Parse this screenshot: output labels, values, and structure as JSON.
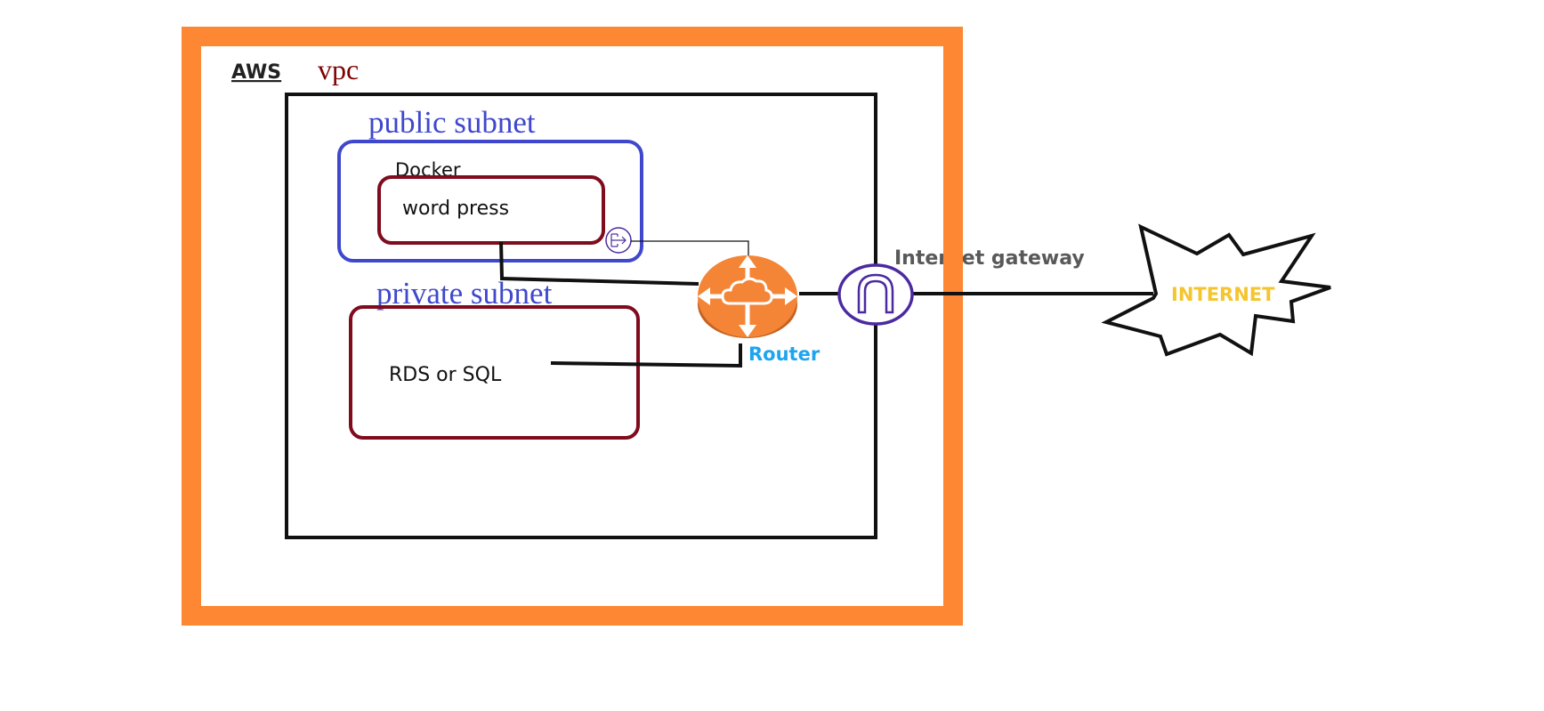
{
  "aws": {
    "label": "AWS"
  },
  "vpc": {
    "label": "vpc"
  },
  "public_subnet": {
    "label": "public subnet"
  },
  "docker": {
    "label": "Docker"
  },
  "wordpress": {
    "label": "word press"
  },
  "private_subnet": {
    "label": "private subnet"
  },
  "rds": {
    "label": "RDS or SQL"
  },
  "router": {
    "label": "Router"
  },
  "gateway": {
    "label": "Internet gateway"
  },
  "internet": {
    "label": "INTERNET"
  },
  "colors": {
    "aws_border": "#fd8732",
    "vpc_label": "#800000",
    "public_subnet": "#3f48cc",
    "container_border": "#7f0b1d",
    "router_fill": "#f58536",
    "router_label": "#1fa4f0",
    "gateway": "#4b2aa0",
    "gateway_label": "#595959",
    "internet_label": "#f5c52d"
  },
  "icons": {
    "router": "router-icon",
    "gateway": "internet-gateway-icon",
    "nat": "nat-gateway-icon",
    "internet": "explosion-burst-shape"
  }
}
